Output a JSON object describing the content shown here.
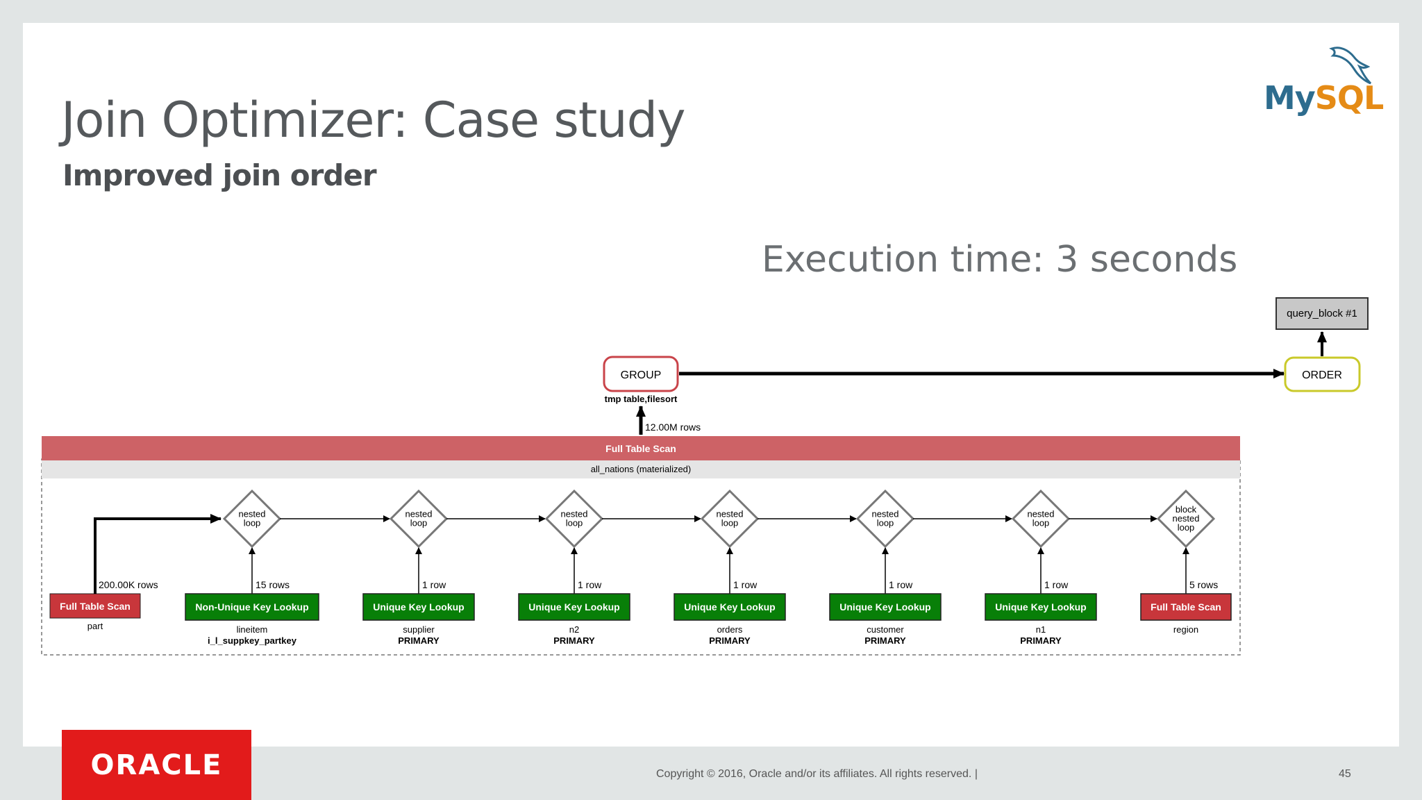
{
  "slide": {
    "title": "Join Optimizer: Case study",
    "subtitle": "Improved join order",
    "execution_time": "Execution time: 3 seconds",
    "copyright": "Copyright © 2016, Oracle and/or its affiliates. All rights reserved.  |",
    "page_number": "45",
    "oracle_logo": "ORACLE",
    "mysql_logo_my": "My",
    "mysql_logo_sql": "SQL"
  },
  "diagram": {
    "query_block": "query_block #1",
    "order": "ORDER",
    "group": "GROUP",
    "group_note": "tmp table,filesort",
    "group_rows": "12.00M rows",
    "materialized_scan": "Full Table Scan",
    "materialized_table": "all_nations (materialized)",
    "joins": [
      {
        "op_line1": "nested",
        "op_line2": "loop",
        "op_line3": "",
        "rows": "15 rows",
        "access": "Non-Unique Key Lookup",
        "table": "lineitem",
        "key": "i_l_suppkey_partkey",
        "color": "#087f08"
      },
      {
        "op_line1": "nested",
        "op_line2": "loop",
        "op_line3": "",
        "rows": "1 row",
        "access": "Unique Key Lookup",
        "table": "supplier",
        "key": "PRIMARY",
        "color": "#087f08"
      },
      {
        "op_line1": "nested",
        "op_line2": "loop",
        "op_line3": "",
        "rows": "1 row",
        "access": "Unique Key Lookup",
        "table": "n2",
        "key": "PRIMARY",
        "color": "#087f08"
      },
      {
        "op_line1": "nested",
        "op_line2": "loop",
        "op_line3": "",
        "rows": "1 row",
        "access": "Unique Key Lookup",
        "table": "orders",
        "key": "PRIMARY",
        "color": "#087f08"
      },
      {
        "op_line1": "nested",
        "op_line2": "loop",
        "op_line3": "",
        "rows": "1 row",
        "access": "Unique Key Lookup",
        "table": "customer",
        "key": "PRIMARY",
        "color": "#087f08"
      },
      {
        "op_line1": "nested",
        "op_line2": "loop",
        "op_line3": "",
        "rows": "1 row",
        "access": "Unique Key Lookup",
        "table": "n1",
        "key": "PRIMARY",
        "color": "#087f08"
      },
      {
        "op_line1": "block",
        "op_line2": "nested",
        "op_line3": "loop",
        "rows": "5 rows",
        "access": "Full Table Scan",
        "table": "region",
        "key": "",
        "color": "#c8363b"
      }
    ],
    "first_table": {
      "access": "Full Table Scan",
      "table": "part",
      "rows": "200.00K rows",
      "color": "#c8363b"
    }
  }
}
